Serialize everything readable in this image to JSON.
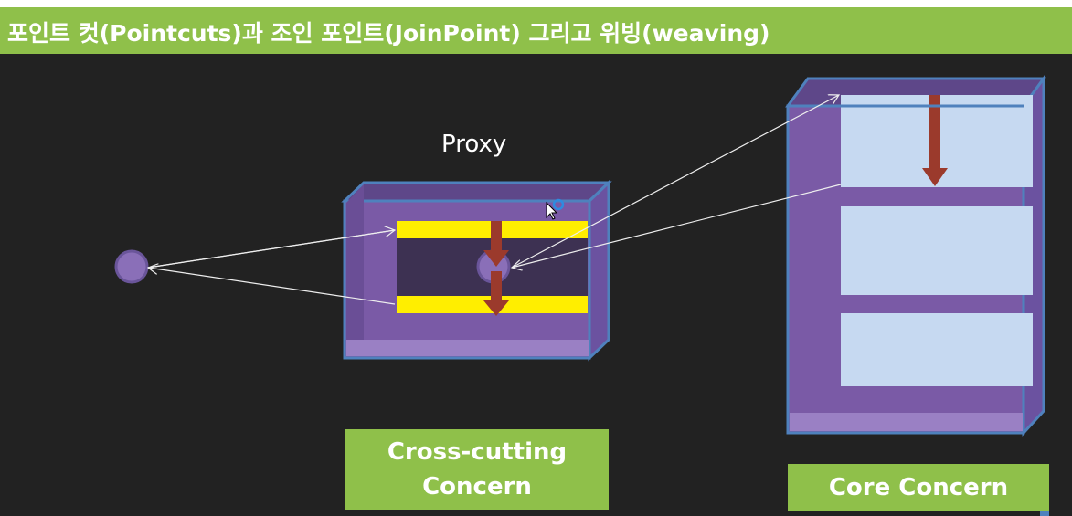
{
  "title": "포인트 컷(Pointcuts)과 조인 포인트(JoinPoint) 그리고 위빙(weaving)",
  "proxy_label": "Proxy",
  "cross_cutting_label": [
    "Cross-cutting",
    "Concern"
  ],
  "core_label": "Core Concern",
  "colors": {
    "green": "#8fc04a",
    "box_border": "#4f81bd",
    "box_fill": "#7a5aa6",
    "bar": "#ffee00",
    "arrow": "#9b3a2c",
    "panel": "#c6d9f1"
  }
}
